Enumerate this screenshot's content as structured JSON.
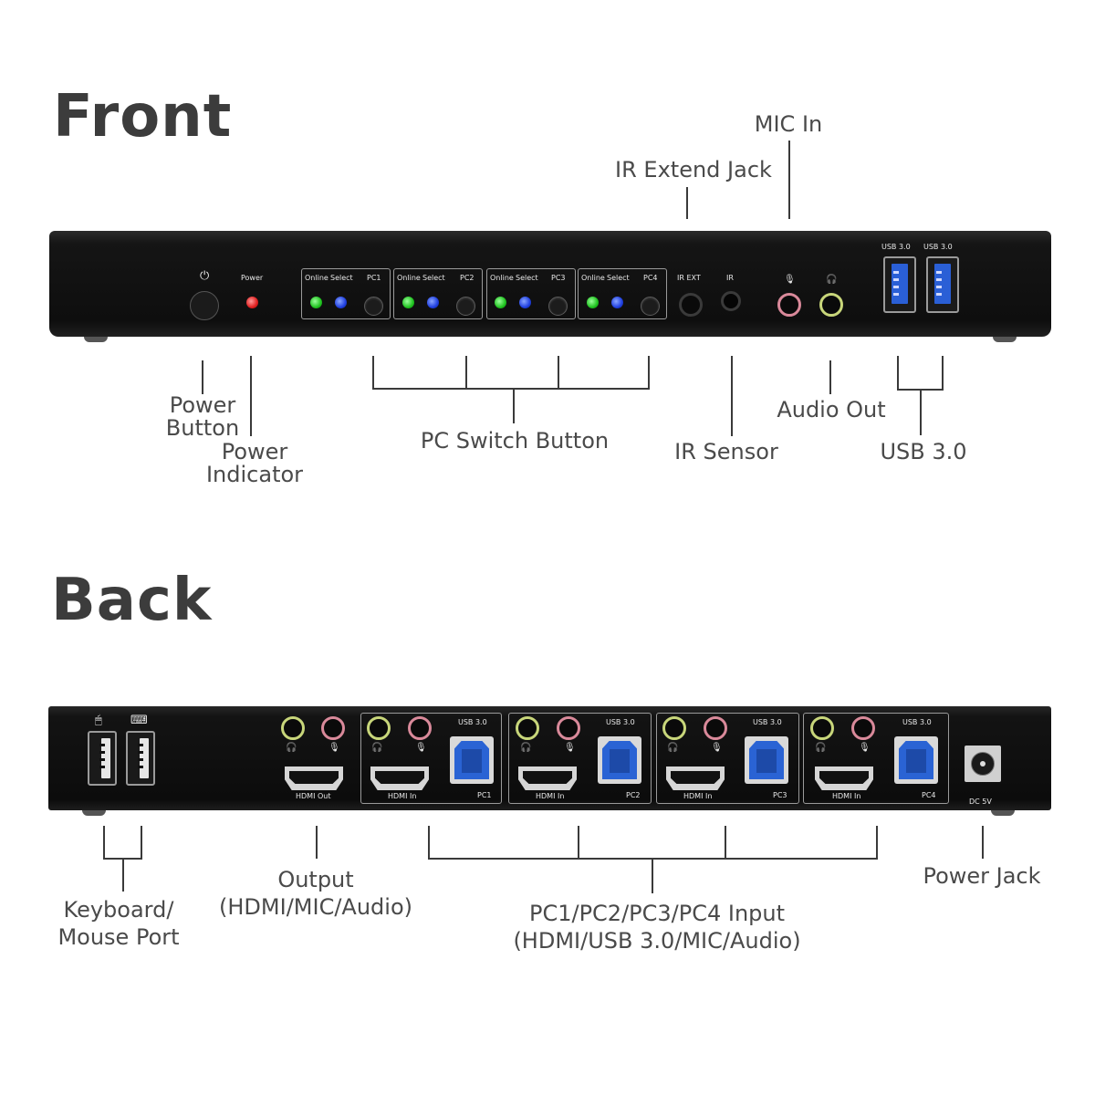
{
  "front": {
    "heading": "Front",
    "device_labels": {
      "power": "Power",
      "online": "Online",
      "select": "Select",
      "pc1": "PC1",
      "pc2": "PC2",
      "pc3": "PC3",
      "pc4": "PC4",
      "ir_ext": "IR EXT",
      "ir": "IR",
      "usb30": "USB 3.0"
    },
    "callouts": {
      "mic_in": "MIC In",
      "ir_extend_jack": "IR Extend Jack",
      "power_button": [
        "Power",
        "Button"
      ],
      "power_indicator": [
        "Power",
        "Indicator"
      ],
      "pc_switch_button": "PC Switch Button",
      "ir_sensor": "IR Sensor",
      "audio_out": "Audio Out",
      "usb_30": "USB 3.0"
    }
  },
  "back": {
    "heading": "Back",
    "device_labels": {
      "hdmi_out": "HDMI Out",
      "hdmi_in": "HDMI In",
      "usb30": "USB 3.0",
      "pc1": "PC1",
      "pc2": "PC2",
      "pc3": "PC3",
      "pc4": "PC4",
      "dc5v": "DC 5V"
    },
    "callouts": {
      "keyboard_mouse_port": [
        "Keyboard/",
        "Mouse Port"
      ],
      "output": [
        "Output",
        "(HDMI/MIC/Audio)"
      ],
      "pc_input": [
        "PC1/PC2/PC3/PC4 Input",
        "(HDMI/USB 3.0/MIC/Audio)"
      ],
      "power_jack": "Power Jack"
    }
  },
  "icons": {
    "power_symbol": "power-icon",
    "headphone": "headphone-icon",
    "microphone": "microphone-icon",
    "mouse": "mouse-icon",
    "keyboard": "keyboard-icon"
  },
  "colors": {
    "led_online": "#1fc21f",
    "led_select": "#1f3fe0",
    "led_power": "#e01f1f",
    "jack_audio": "#c8d67a",
    "jack_mic": "#d9899a",
    "usb_blue": "#2a63d4"
  }
}
